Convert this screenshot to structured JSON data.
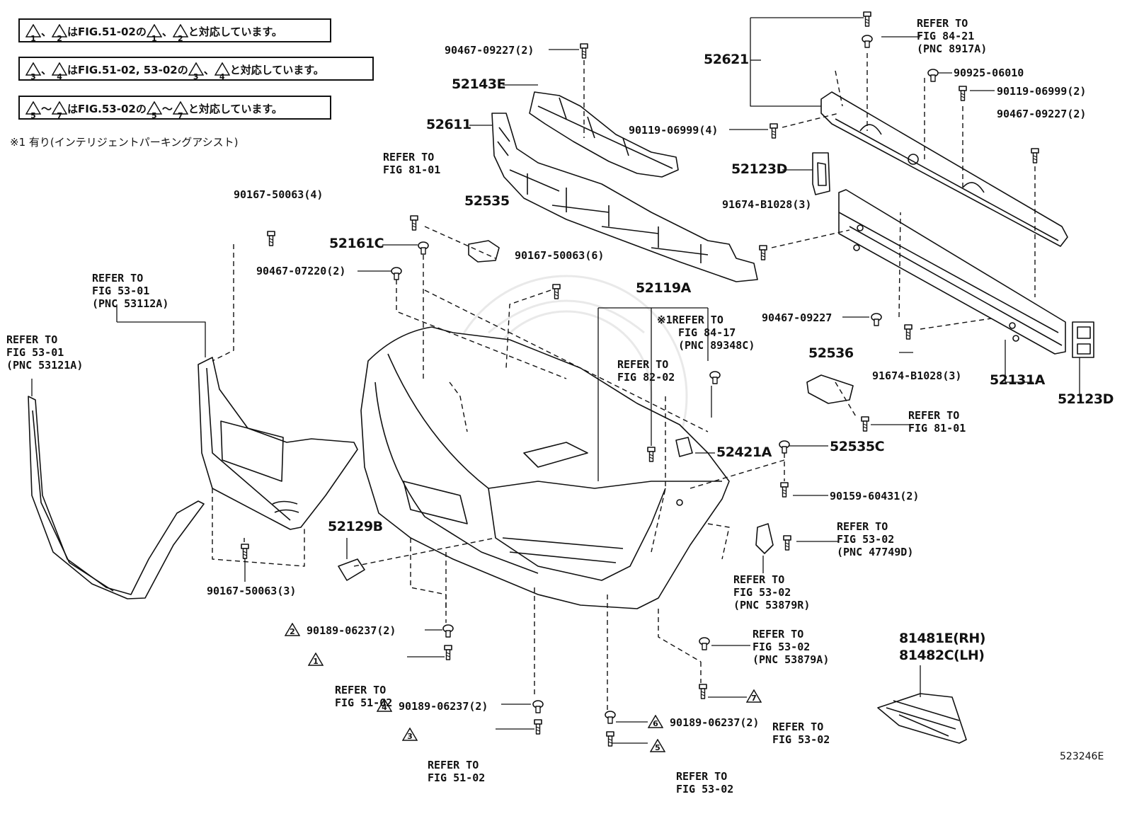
{
  "notes": [
    {
      "id": "n1",
      "marks": [
        "1",
        "2"
      ],
      "text": "、 はFIG.51-02の 、 と対応しています。",
      "pre": "",
      "seg1": "、",
      "seg2": "はFIG.51-02の",
      "seg3": "、",
      "seg4": "と対応しています。"
    },
    {
      "id": "n2",
      "marks": [
        "3",
        "4"
      ],
      "seg1": "、",
      "seg2": "はFIG.51-02, 53-02の",
      "seg3": "、",
      "seg4": "と対応しています。"
    },
    {
      "id": "n3",
      "marks": [
        "5",
        "7"
      ],
      "seg1": "～",
      "seg2": "はFIG.53-02の",
      "seg3": "～",
      "seg4": "と対応しています。"
    }
  ],
  "footnote": "※1  有り(インテリジェントパーキングアシスト)",
  "figure_code": "523246E",
  "parts": {
    "p52621": "52621",
    "p52143E": "52143E",
    "p52611": "52611",
    "p52535": "52535",
    "p52161C": "52161C",
    "p52123D_top": "52123D",
    "p52123D_bot": "52123D",
    "p52131A": "52131A",
    "p52119A": "52119A",
    "p52536": "52536",
    "p52421A": "52421A",
    "p52535C": "52535C",
    "p52129B": "52129B",
    "p81481E": "81481E(RH)",
    "p81482C": "81482C(LH)"
  },
  "fasteners": {
    "f90467_09227_2_top": "90467-09227(2)",
    "f90925_06010": "90925-06010",
    "f90119_06999_2": "90119-06999(2)",
    "f90467_09227_2_right": "90467-09227(2)",
    "f90119_06999_4": "90119-06999(4)",
    "f91674_b1028_3_top": "91674-B1028(3)",
    "f90167_50063_4": "90167-50063(4)",
    "f90167_50063_6": "90167-50063(6)",
    "f90467_07220_2": "90467-07220(2)",
    "f90467_09227": "90467-09227",
    "f91674_b1028_3_bot": "91674-B1028(3)",
    "f90159_60431_2": "90159-60431(2)",
    "f90167_50063_3": "90167-50063(3)",
    "f90189_06237_2_a": "90189-06237(2)",
    "f90189_06237_2_b": "90189-06237(2)",
    "f90189_06237_2_c": "90189-06237(2)"
  },
  "refs": {
    "r84_21": {
      "l1": "REFER TO",
      "l2": "FIG 84-21",
      "l3": "(PNC 8917A)"
    },
    "r81_01_top": {
      "l1": "REFER TO",
      "l2": "FIG 81-01"
    },
    "r53_01_grille": {
      "l1": "REFER TO",
      "l2": "FIG 53-01",
      "l3": "(PNC 53112A)"
    },
    "r53_01_side": {
      "l1": "REFER TO",
      "l2": "FIG 53-01",
      "l3": "(PNC 53121A)"
    },
    "r84_17": {
      "mark": "※1",
      "l1": "REFER TO",
      "l2": "FIG 84-17",
      "l3": "(PNC 89348C)"
    },
    "r82_02": {
      "l1": "REFER TO",
      "l2": "FIG 82-02"
    },
    "r81_01_right": {
      "l1": "REFER TO",
      "l2": "FIG 81-01"
    },
    "r53_02_47749": {
      "l1": "REFER TO",
      "l2": "FIG 53-02",
      "l3": "(PNC 47749D)"
    },
    "r53_02_53879R": {
      "l1": "REFER TO",
      "l2": "FIG 53-02",
      "l3": "(PNC 53879R)"
    },
    "r53_02_53879A": {
      "l1": "REFER TO",
      "l2": "FIG 53-02",
      "l3": "(PNC 53879A)"
    },
    "r51_02_m1": {
      "mark": "1",
      "l1": "REFER TO",
      "l2": "FIG 51-02"
    },
    "r51_02_m3": {
      "mark": "3",
      "l1": "REFER TO",
      "l2": "FIG 51-02"
    },
    "r53_02_m7": {
      "mark": "7",
      "l1": "REFER TO",
      "l2": "FIG 53-02"
    },
    "r53_02_m5": {
      "mark": "5",
      "l1": "REFER TO",
      "l2": "FIG 53-02"
    }
  },
  "marks": {
    "m2": "2",
    "m4": "4",
    "m6": "6"
  }
}
